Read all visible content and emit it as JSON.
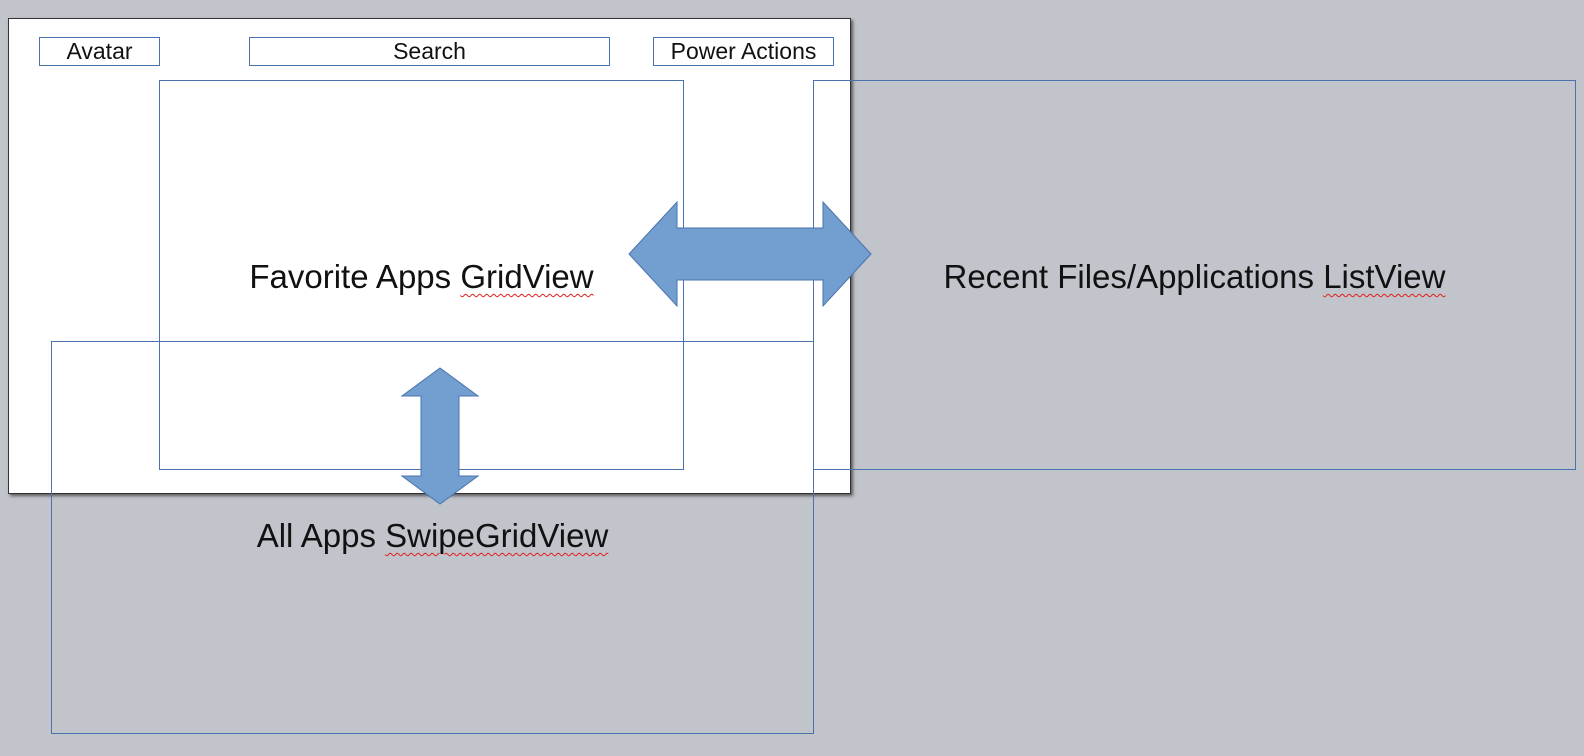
{
  "header": {
    "avatar_label": "Avatar",
    "search_label": "Search",
    "power_label": "Power Actions"
  },
  "favorites": {
    "label_plain": "Favorite Apps ",
    "label_marked": "GridView"
  },
  "recent": {
    "label_plain": "Recent Files/Applications ",
    "label_marked": "ListView"
  },
  "all_apps": {
    "label_plain": "All Apps ",
    "label_marked": "SwipeGridView"
  },
  "colors": {
    "canvas_bg": "#c1c4ca",
    "slide_bg": "#ffffff",
    "box_border": "#4a73ad",
    "arrow_fill": "#729fcf",
    "spellcheck": "#e11d1d"
  }
}
